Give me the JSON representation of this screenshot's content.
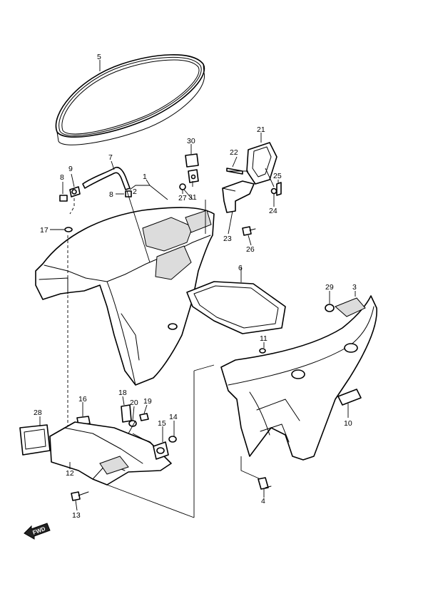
{
  "diagram": {
    "callouts": [
      "1",
      "2",
      "3",
      "4",
      "5",
      "6",
      "7",
      "8",
      "8",
      "9",
      "10",
      "11",
      "12",
      "13",
      "14",
      "15",
      "16",
      "17",
      "18",
      "19",
      "20",
      "21",
      "22",
      "23",
      "24",
      "25",
      "26",
      "27",
      "28",
      "29",
      "30",
      "31"
    ],
    "forward_label": "FWD"
  }
}
